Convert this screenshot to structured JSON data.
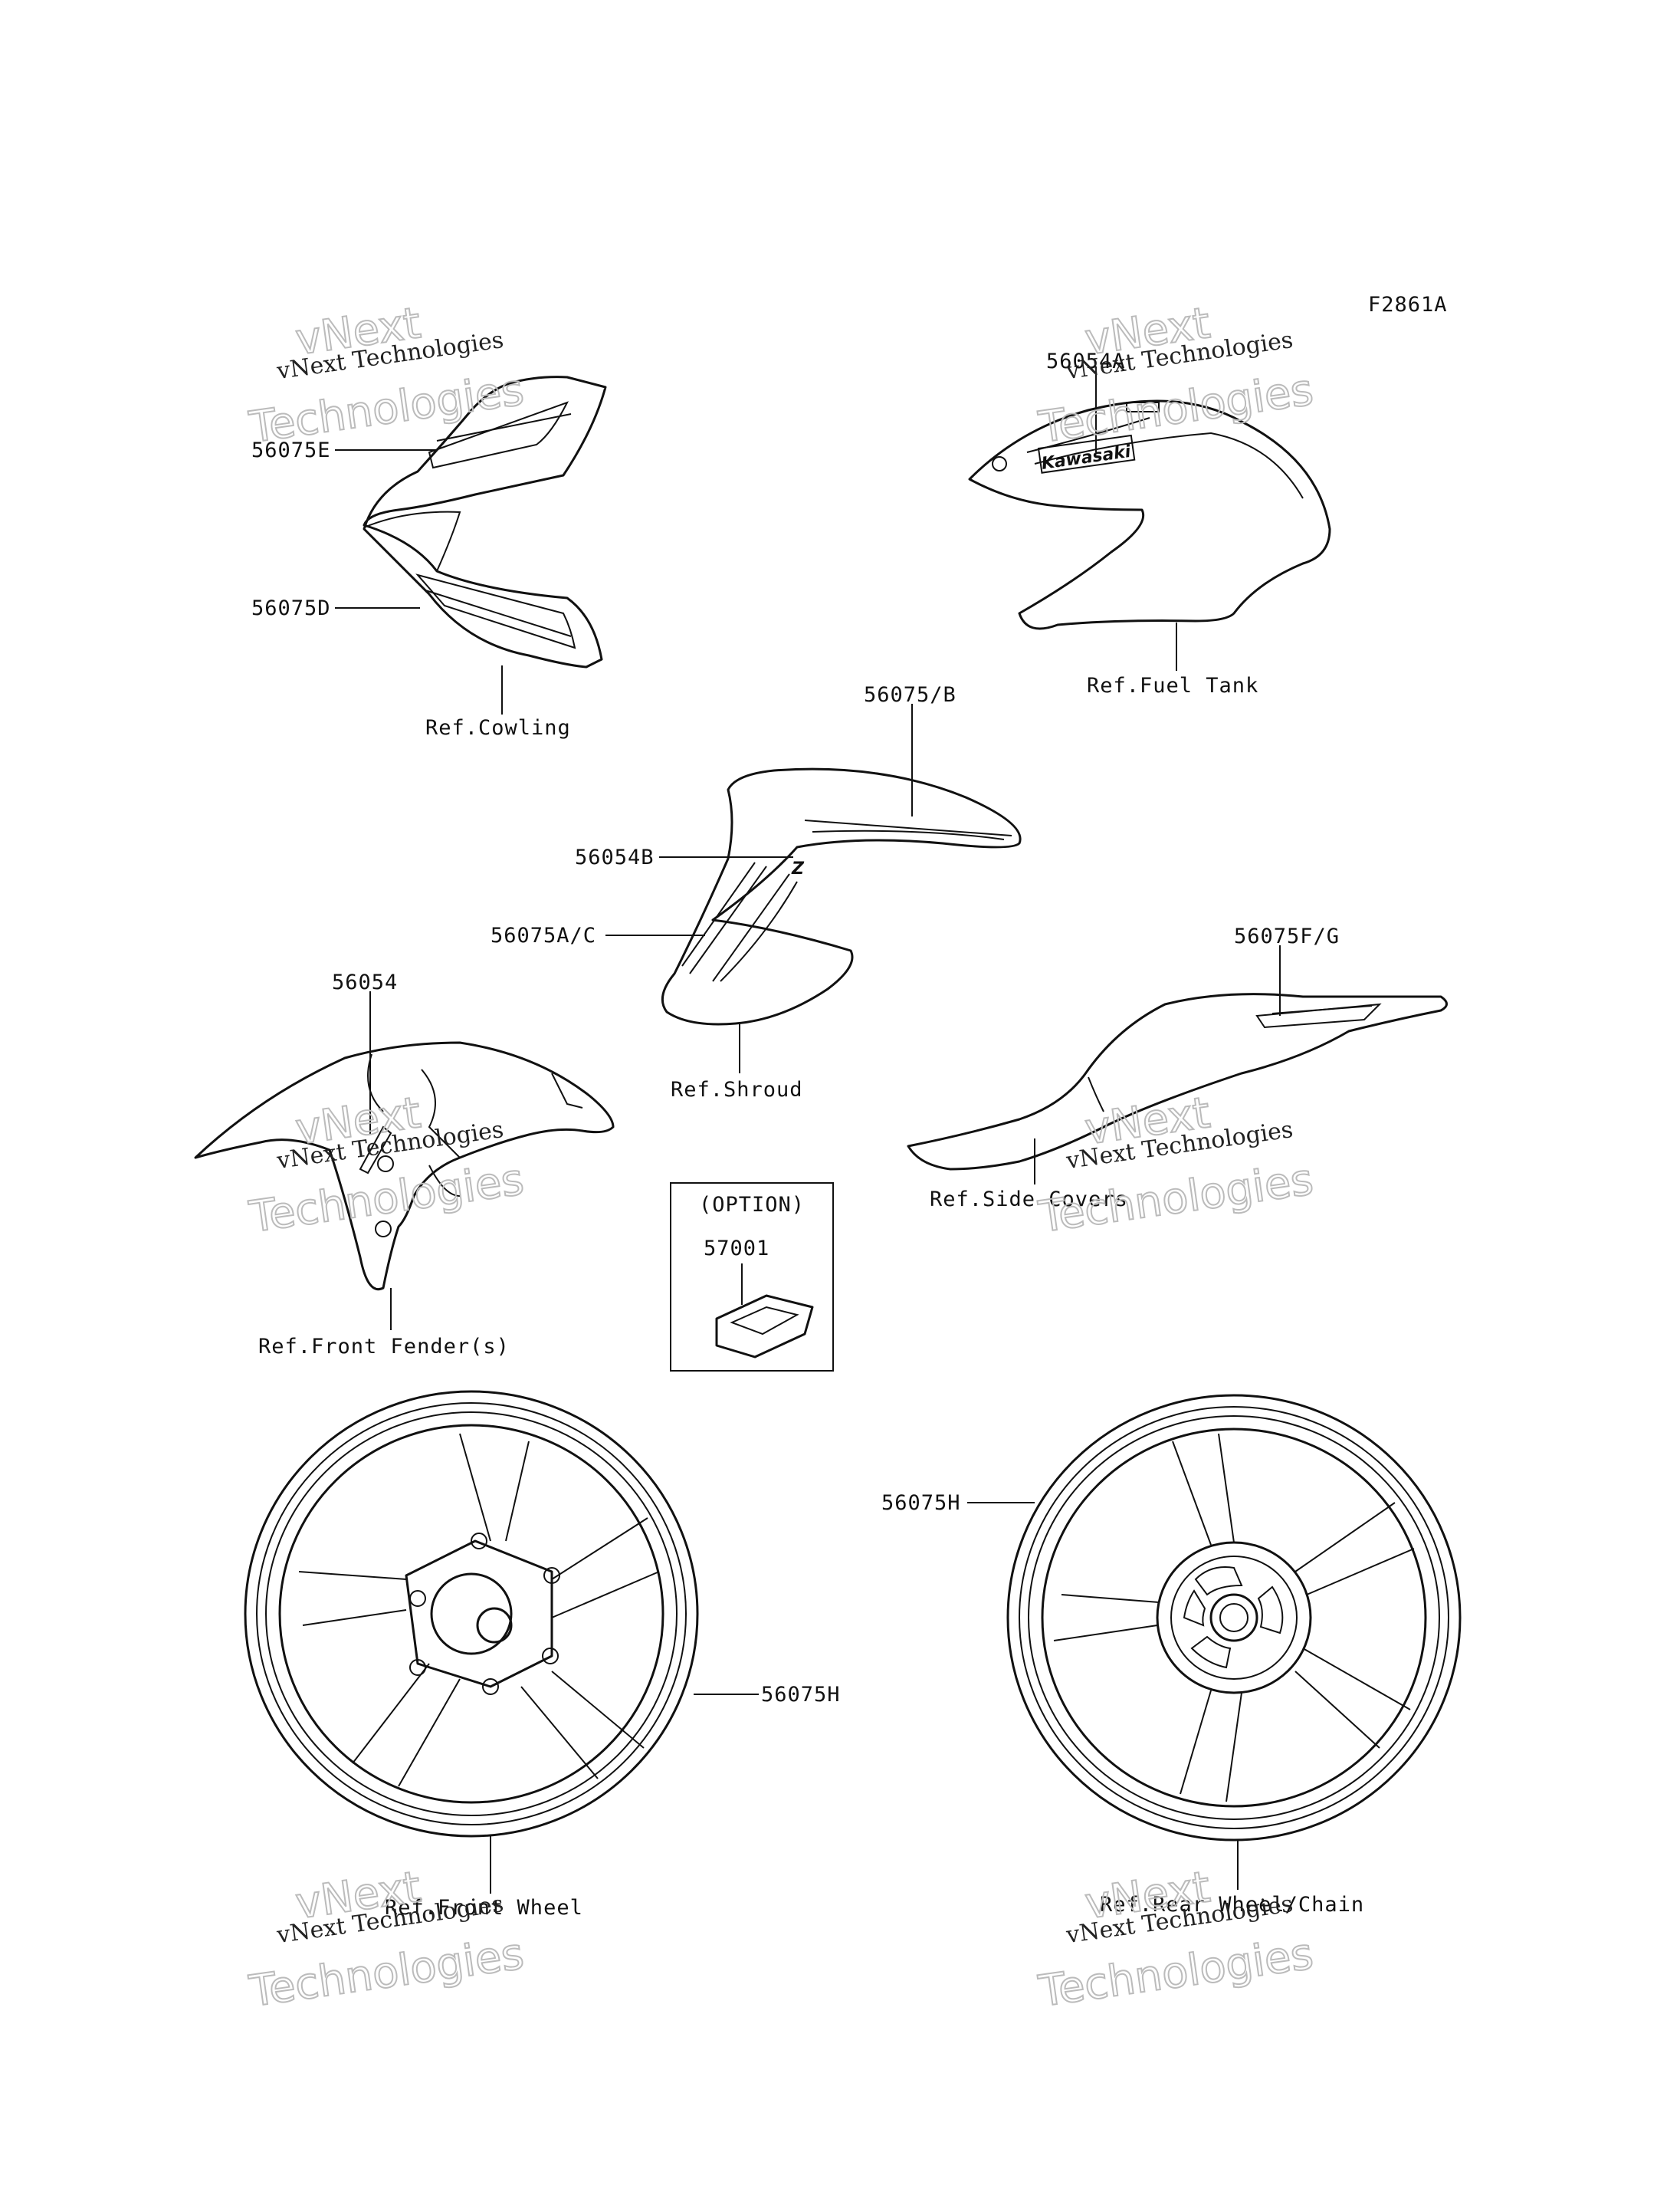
{
  "figure_code": "F2861A",
  "labels": {
    "cowl_upper": "56075E",
    "cowl_lower": "56075D",
    "ref_cowling": "Ref.Cowling",
    "tank_emblem": "56054A",
    "ref_fuel_tank": "Ref.Fuel Tank",
    "shroud_upper": "56075/B",
    "shroud_z": "56054B",
    "shroud_lower": "56075A/C",
    "ref_shroud": "Ref.Shroud",
    "fender_mark": "56054",
    "ref_front_fender": "Ref.Front Fender(s)",
    "side_mark": "56075F/G",
    "ref_side_covers": "Ref.Side Covers",
    "option_title": "(OPTION)",
    "option_part": "57001",
    "front_wheel_stripe": "56075H",
    "ref_front_wheel": "Ref.Front Wheel",
    "rear_wheel_stripe": "56075H",
    "ref_rear_wheel": "Ref.Rear Wheel/Chain"
  },
  "tank_logo_text": "Kawasaki",
  "fender_logo_text": "Z",
  "watermark": {
    "line1": "vNext Technologies",
    "line2": "Technologies",
    "line3": "vNext"
  }
}
